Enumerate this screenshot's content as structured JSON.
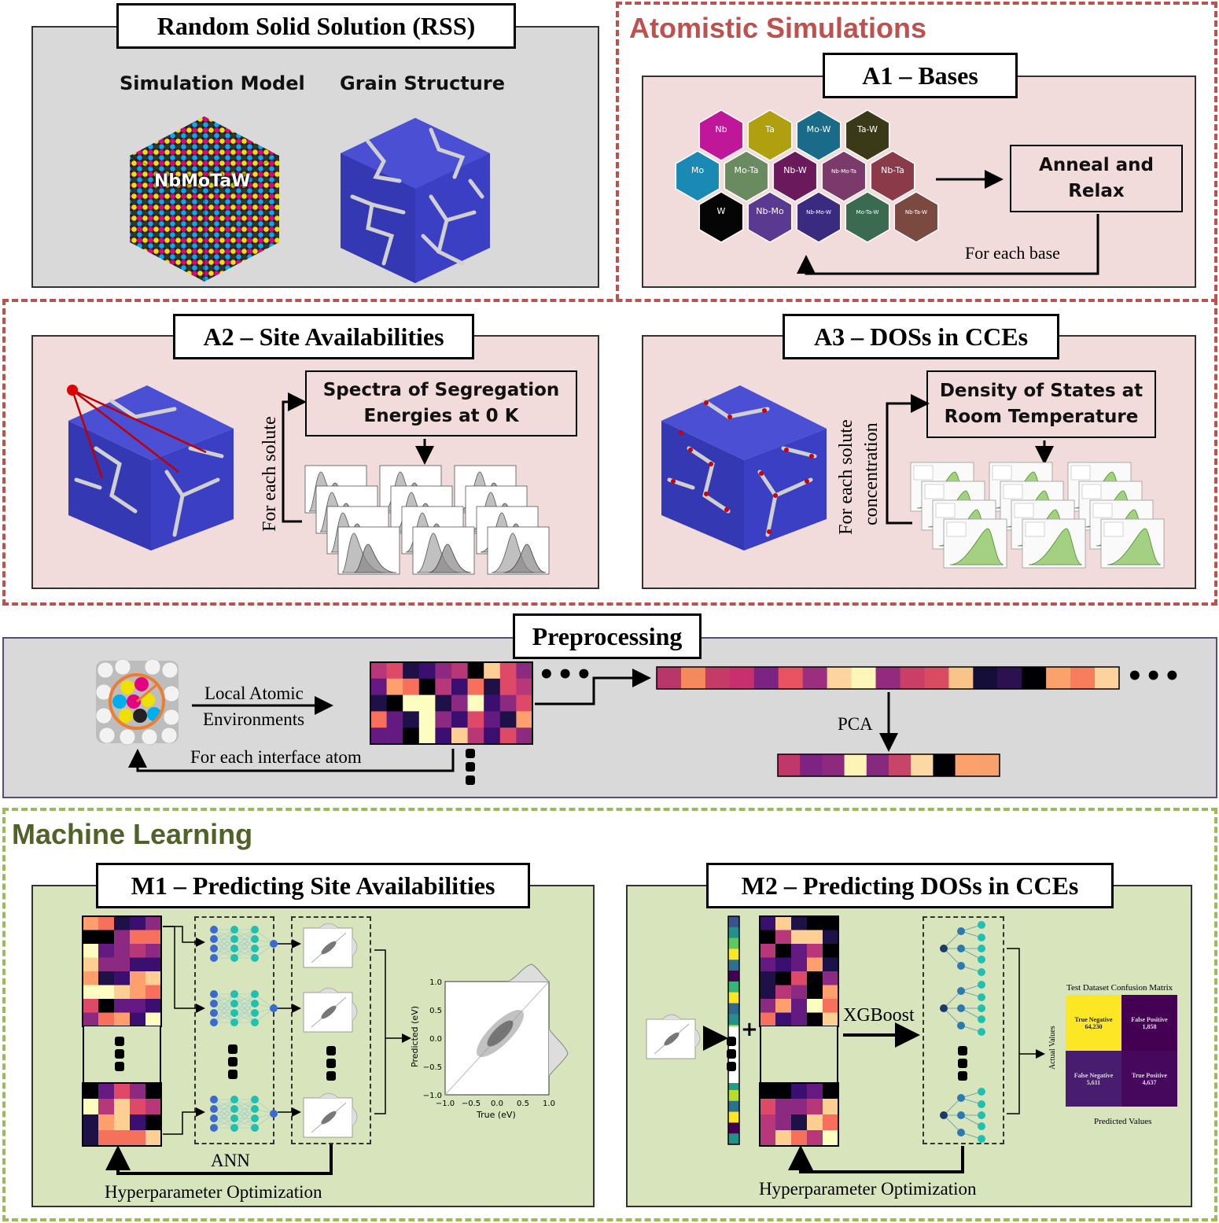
{
  "rss": {
    "title": "Random Solid Solution (RSS)",
    "simulation_model": "Simulation Model",
    "grain_structure": "Grain Structure",
    "alloy": "NbMoTaW"
  },
  "atomistic": {
    "title": "Atomistic Simulations",
    "a1": {
      "title": "A1 – Bases",
      "hexes": [
        "Nb",
        "Ta",
        "Mo-W",
        "Ta-W",
        "Mo",
        "Mo-Ta",
        "Nb-W",
        "Nb-Mo-Ta",
        "Nb-Ta",
        "W",
        "Nb-Mo",
        "Nb-Mo-W",
        "Mo-Ta-W",
        "Nb-Ta-W"
      ],
      "anneal_line1": "Anneal and",
      "anneal_line2": "Relax",
      "loop_label": "For each base"
    },
    "a2": {
      "title": "A2 – Site Availabilities",
      "loop_label": "For each solute",
      "box_line1": "Spectra of Segregation",
      "box_line2": "Energies at 0 K"
    },
    "a3": {
      "title": "A3 – DOSs in CCEs",
      "loop_line1": "For each solute",
      "loop_line2": "concentration",
      "box_line1": "Density of States at",
      "box_line2": "Room Temperature"
    }
  },
  "preprocessing": {
    "title": "Preprocessing",
    "lae_line1": "Local Atomic",
    "lae_line2": "Environments",
    "loop_label": "For each interface atom",
    "pca": "PCA",
    "ellipsis": "•••",
    "vector_colors": [
      "#b8366a",
      "#f48a5c",
      "#c33b66",
      "#c7306c",
      "#7b2382",
      "#e85362",
      "#9c2e7f",
      "#fdd49e",
      "#fcf6b8",
      "#922a7d",
      "#c93f66",
      "#d94b61",
      "#f9c48a",
      "#150e38",
      "#2b1150",
      "#000004",
      "#fba16b",
      "#f67e5c",
      "#fcd39c"
    ],
    "pca_colors": [
      "#c0386a",
      "#7d2382",
      "#8d2a7e",
      "#fcf4b4",
      "#882980",
      "#c8456a",
      "#fcd9a4",
      "#000004",
      "#fca06c",
      "#f8a06e"
    ]
  },
  "ml": {
    "title": "Machine Learning",
    "m1": {
      "title": "M1 – Predicting Site Availabilities",
      "ann": "ANN",
      "hpo": "Hyperparameter Optimization",
      "chart": {
        "xlabel": "True (eV)",
        "ylabel": "Predicted (eV)",
        "xticks": [
          "−1.0",
          "−0.5",
          "0.0",
          "0.5",
          "1.0"
        ],
        "yticks": [
          "1.0",
          "0.5",
          "0.0",
          "−0.5",
          "−1.0"
        ]
      }
    },
    "m2": {
      "title": "M2 – Predicting DOSs in CCEs",
      "xgboost": "XGBoost",
      "hpo": "Hyperparameter Optimization",
      "plus": "+",
      "cm": {
        "title": "Test Dataset Confusion Matrix",
        "tn_label": "True Negative",
        "tn_value": "64,230",
        "fp_label": "False Positive",
        "fp_value": "1,858",
        "fn_label": "False Negative",
        "fn_value": "5,611",
        "tp_label": "True Positive",
        "tp_value": "4,637",
        "actual": "Actual Values",
        "predicted": "Predicted Values"
      }
    }
  }
}
